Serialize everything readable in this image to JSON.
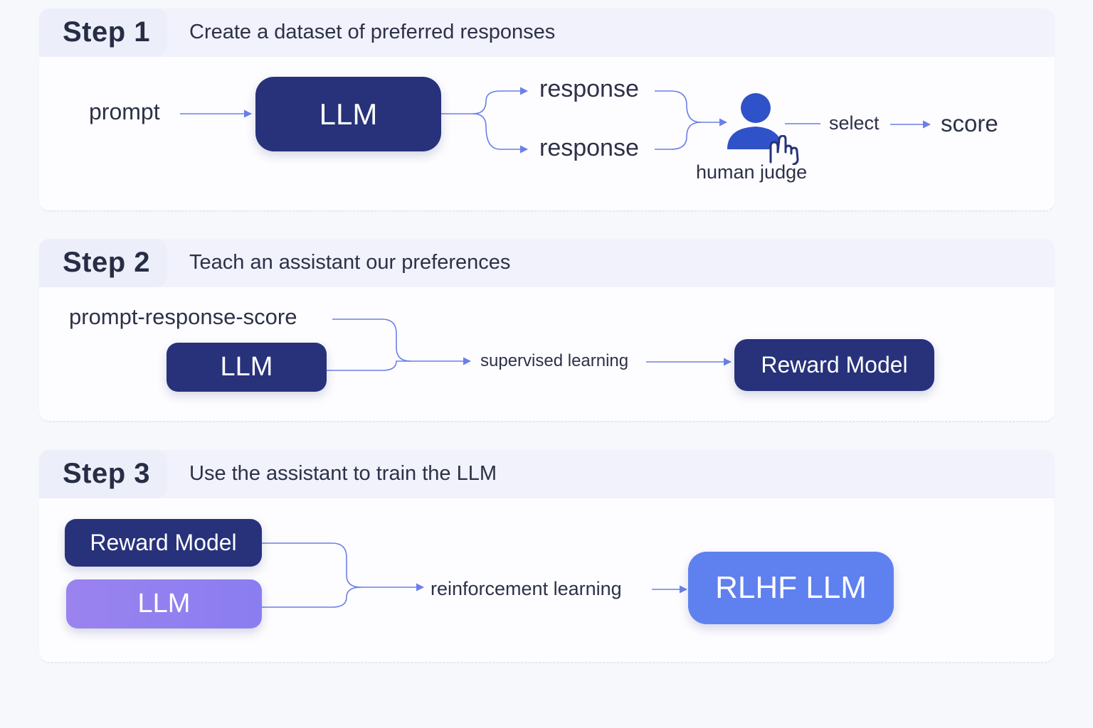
{
  "steps": [
    {
      "label": "Step 1",
      "title": "Create a dataset of preferred responses",
      "prompt": "prompt",
      "model": "LLM",
      "response_1": "response",
      "response_2": "response",
      "judge": "human judge",
      "select": "select",
      "score": "score"
    },
    {
      "label": "Step 2",
      "title": "Teach an assistant our preferences",
      "input": "prompt-response-score",
      "model": "LLM",
      "method": "supervised learning",
      "output": "Reward Model"
    },
    {
      "label": "Step 3",
      "title": "Use the assistant to train the LLM",
      "reward_model": "Reward Model",
      "model": "LLM",
      "method": "reinforcement learning",
      "output": "RLHF LLM"
    }
  ],
  "icons": {
    "judge": "person-icon",
    "pointer": "hand-pointer-icon"
  },
  "colors": {
    "navy_box": "#27327a",
    "purple_box": "#9a83ef",
    "blue_box": "#5f80ef",
    "connector": "#6b7fe8",
    "judge_icon": "#2f52c8"
  }
}
